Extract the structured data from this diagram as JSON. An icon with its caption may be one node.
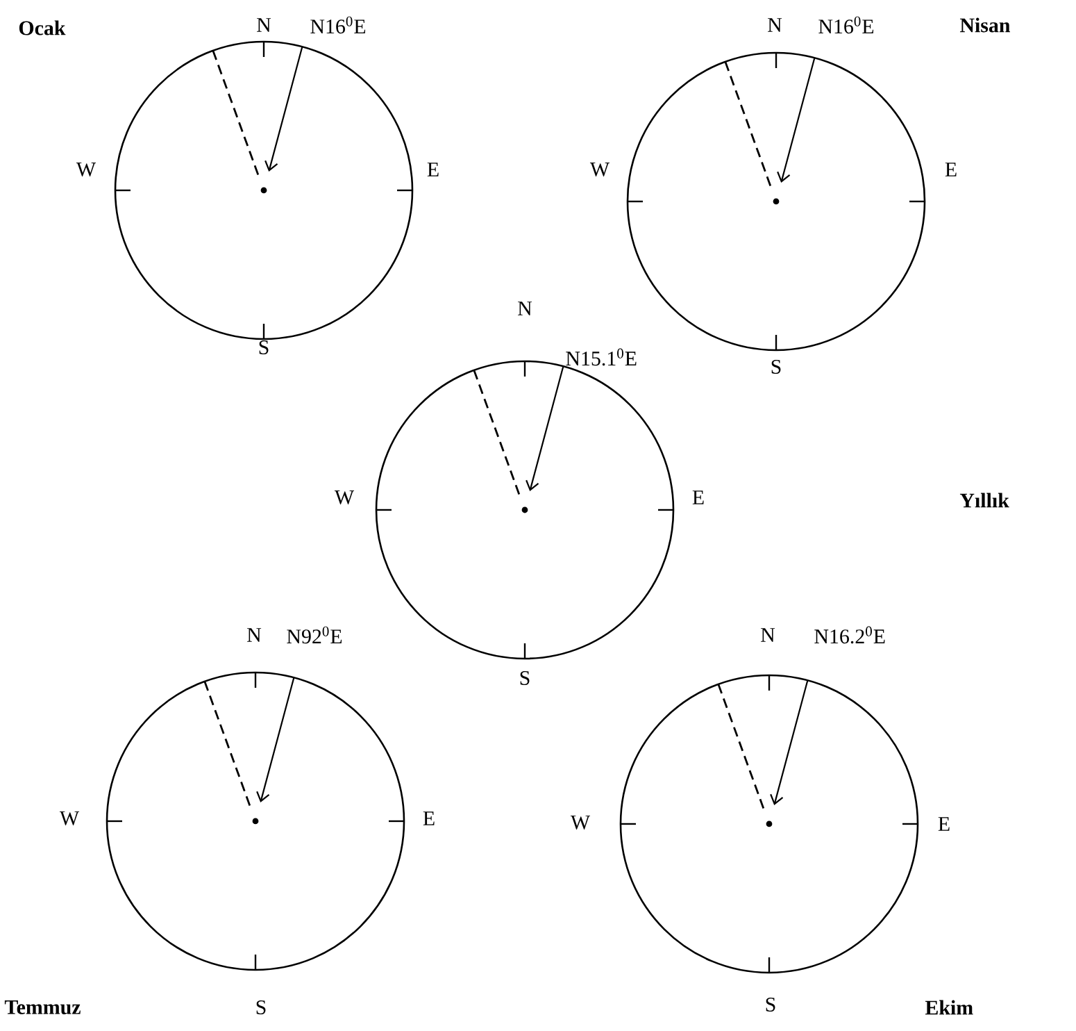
{
  "diagram": {
    "nodes": [
      {
        "text": [],
        "shape": "circle",
        "beside": [
          "Ocak",
          "N",
          "N16$^{0}$E",
          "W",
          "E",
          "S"
        ]
      },
      {
        "text": [],
        "shape": "circle",
        "beside": [
          "Nisan",
          "N",
          "N16$^{0}$E",
          "W",
          "E",
          "S"
        ]
      },
      {
        "text": [],
        "shape": "circle",
        "beside": [
          "N",
          "N15.1$^{0}$E",
          "W",
          "E",
          "S"
        ]
      },
      {
        "text": [],
        "shape": "circle",
        "beside": [
          "Temmuz",
          "N",
          "N92$^{0}$E",
          "W",
          "E",
          "S"
        ]
      },
      {
        "text": [],
        "shape": "circle",
        "beside": [
          "Ekim",
          "N",
          "N16.2$^{0}$E",
          "W",
          "E",
          "S"
        ]
      }
    ],
    "labels": [
      "Yıllık"
    ]
  }
}
